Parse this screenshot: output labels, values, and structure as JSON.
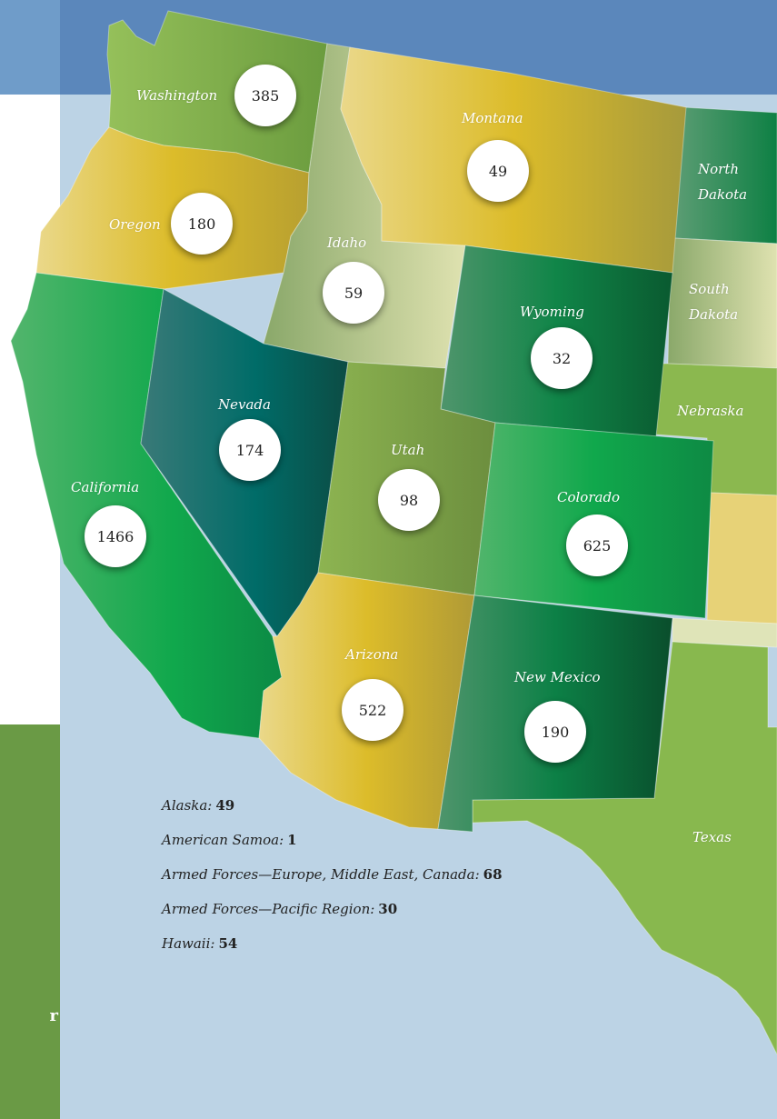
{
  "states": [
    {
      "key": "washington",
      "name": "Washington",
      "count": "385"
    },
    {
      "key": "oregon",
      "name": "Oregon",
      "count": "180"
    },
    {
      "key": "california",
      "name": "California",
      "count": "1466"
    },
    {
      "key": "idaho",
      "name": "Idaho",
      "count": "59"
    },
    {
      "key": "nevada",
      "name": "Nevada",
      "count": "174"
    },
    {
      "key": "montana",
      "name": "Montana",
      "count": "49"
    },
    {
      "key": "wyoming",
      "name": "Wyoming",
      "count": "32"
    },
    {
      "key": "utah",
      "name": "Utah",
      "count": "98"
    },
    {
      "key": "colorado",
      "name": "Colorado",
      "count": "625"
    },
    {
      "key": "arizona",
      "name": "Arizona",
      "count": "522"
    },
    {
      "key": "new_mexico",
      "name": "New Mexico",
      "count": "190"
    }
  ],
  "unlabeled_states": {
    "north_dakota": "North Dakota",
    "south_dakota": "South Dakota",
    "nebraska": "Nebraska",
    "texas": "Texas"
  },
  "territories": [
    {
      "name": "Alaska:",
      "count": "49"
    },
    {
      "name": "American Samoa:",
      "count": "1"
    },
    {
      "name": "Armed Forces—Europe, Middle East, Canada:",
      "count": "68"
    },
    {
      "name": "Armed Forces—Pacific Region:",
      "count": "30"
    },
    {
      "name": "Hawaii:",
      "count": "54"
    }
  ],
  "left_panel_text": "r",
  "colors": {
    "ocean": "#bcd3e5",
    "top_band": "#5b87bb",
    "left_panel_green": "#6a9a45"
  }
}
